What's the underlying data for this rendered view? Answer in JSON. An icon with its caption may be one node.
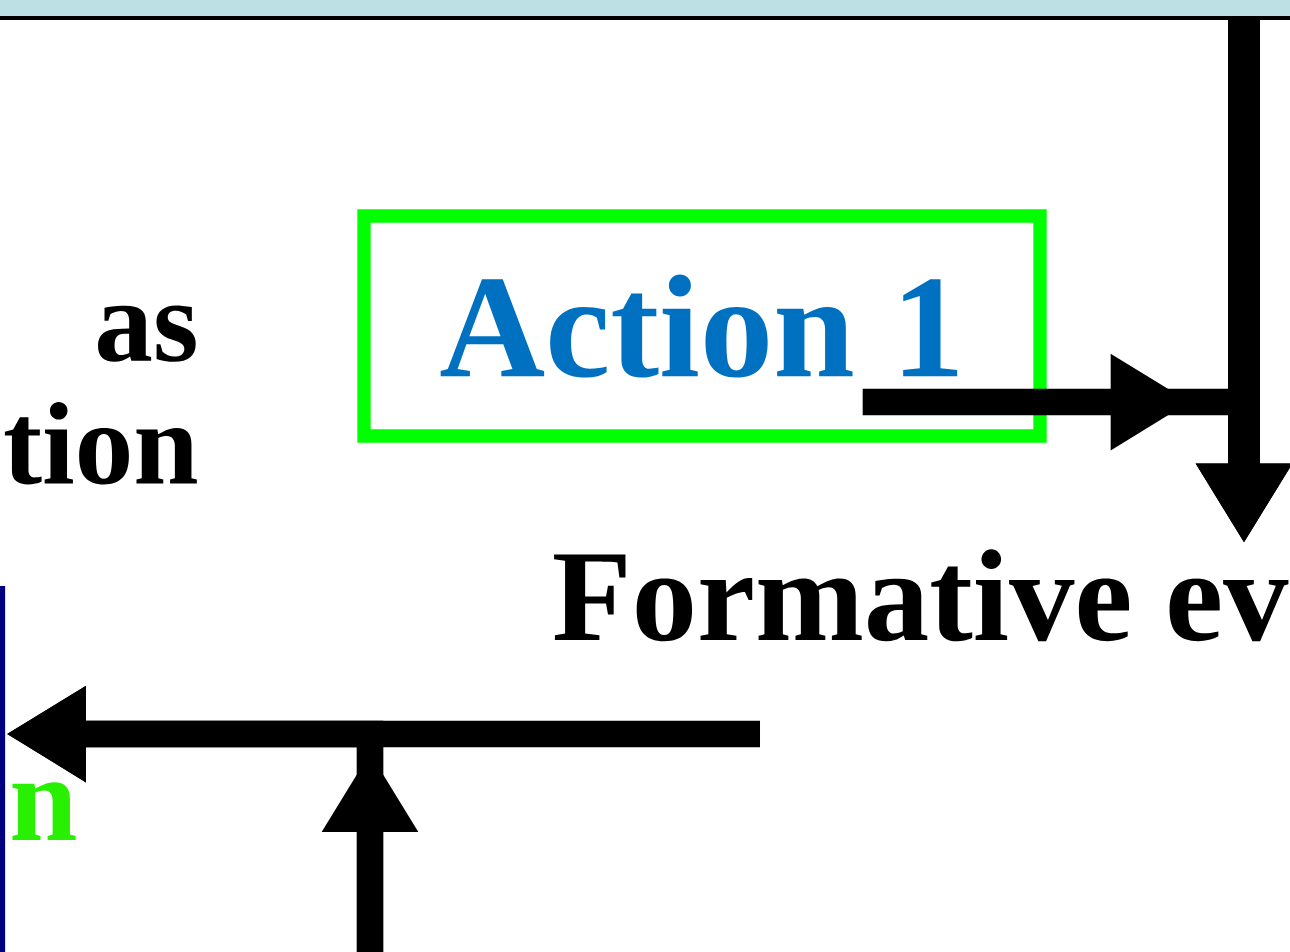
{
  "diagram": {
    "nodes": [
      {
        "text": [],
        "shape": "bar"
      },
      {
        "text": [
          "Action 1"
        ]
      },
      {
        "text": [
          "Formative ev"
        ]
      },
      {
        "text": [
          "n"
        ]
      }
    ],
    "edges": [
      {
        "from": 0,
        "to": 2,
        "arrow": "to"
      },
      {
        "from": 1,
        "to": 2,
        "arrow": "to"
      },
      {
        "from": null,
        "to": 3,
        "arrow": "to"
      },
      {
        "from": null,
        "to": 3,
        "arrow": "to"
      }
    ],
    "labels": [
      "as tion"
    ]
  }
}
